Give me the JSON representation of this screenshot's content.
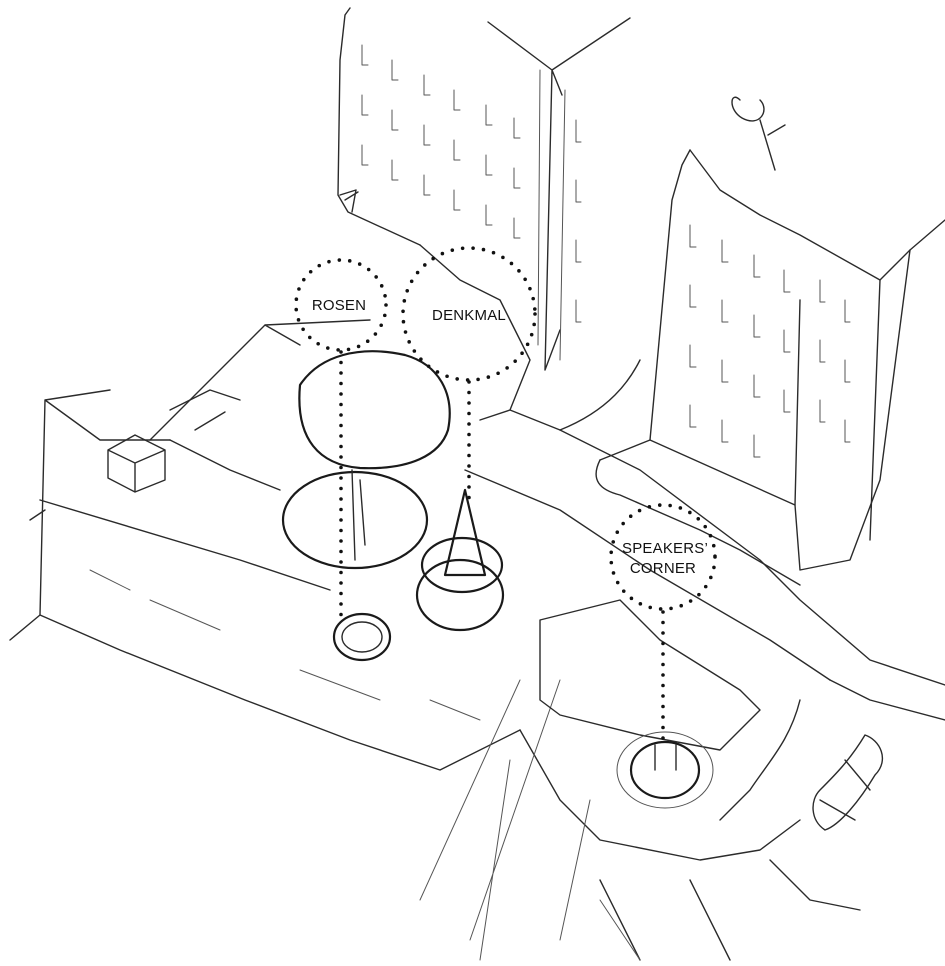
{
  "annotations": {
    "rosen": "ROSEN",
    "denkmal": "DENKMAL",
    "speakers_line1": "SPEAKERS’",
    "speakers_line2": "CORNER"
  }
}
